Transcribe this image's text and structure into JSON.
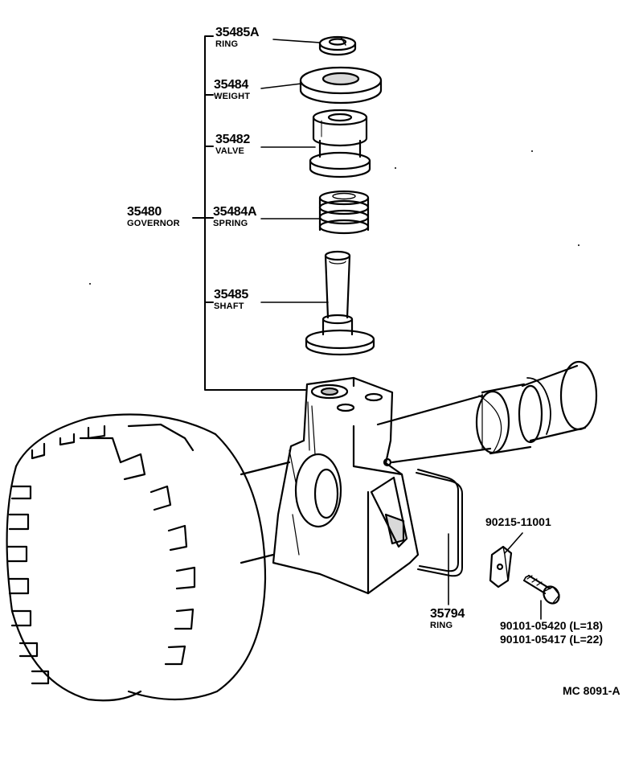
{
  "callouts": {
    "ring_top": {
      "number": "35485A",
      "name": "RING"
    },
    "weight": {
      "number": "35484",
      "name": "WEIGHT"
    },
    "valve": {
      "number": "35482",
      "name": "VALVE"
    },
    "governor": {
      "number": "35480",
      "name": "GOVERNOR"
    },
    "spring": {
      "number": "35484A",
      "name": "SPRING"
    },
    "shaft": {
      "number": "35485",
      "name": "SHAFT"
    },
    "ring_side": {
      "number": "35794",
      "name": "RING"
    },
    "clip": {
      "number": "90215-11001"
    },
    "bolt_a": {
      "number": "90101-05420 (L=18)"
    },
    "bolt_b": {
      "number": "90101-05417 (L=22)"
    }
  },
  "diagram_code": "MC  8091-A",
  "colors": {
    "ink": "#000000",
    "paper": "#ffffff"
  }
}
